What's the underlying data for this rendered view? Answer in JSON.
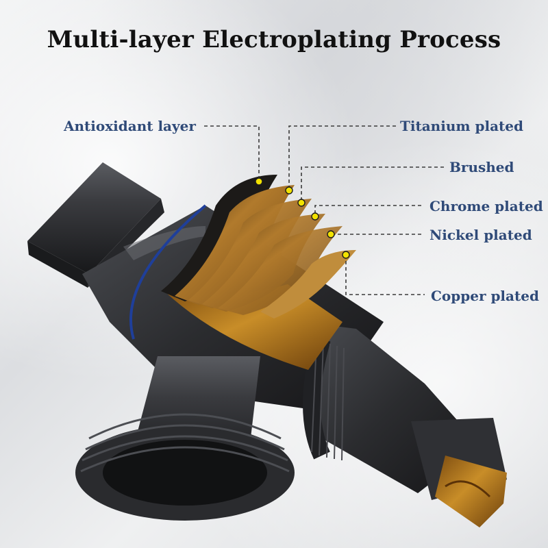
{
  "title": "Multi-layer Electroplating Process",
  "layers": [
    {
      "id": "antioxidant",
      "label": "Antioxidant layer"
    },
    {
      "id": "titanium",
      "label": "Titanium plated"
    },
    {
      "id": "brushed",
      "label": "Brushed"
    },
    {
      "id": "chrome",
      "label": "Chrome plated"
    },
    {
      "id": "nickel",
      "label": "Nickel plated"
    },
    {
      "id": "copper",
      "label": "Copper plated"
    }
  ],
  "colors": {
    "label": "#2f4a78",
    "metal_dark": "#2a2b2e",
    "brass": "#c58a22",
    "marker": "#f2e200",
    "ring": "#1f3f9a"
  }
}
